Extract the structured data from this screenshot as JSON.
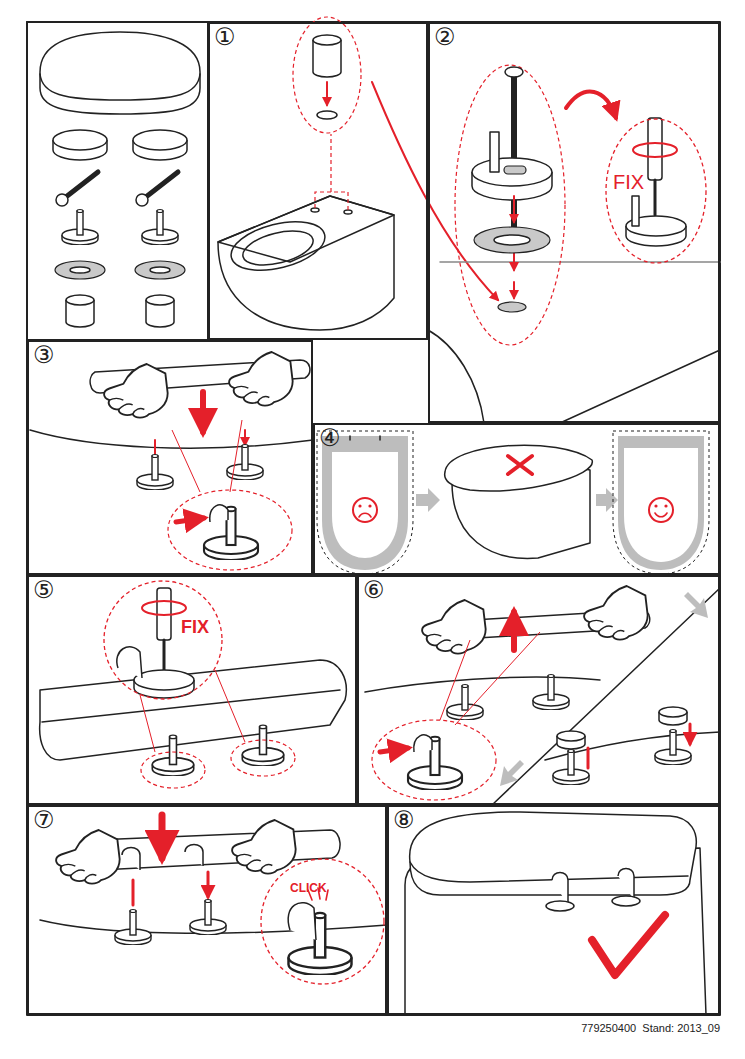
{
  "diagram": {
    "nodes": [
      {
        "text": [
          "①"
        ]
      },
      {
        "text": [
          "②"
        ]
      },
      {
        "text": [
          "FIX"
        ],
        "in": 1
      },
      {
        "text": [
          "③"
        ]
      },
      {
        "text": [
          "④"
        ]
      },
      {
        "text": [
          "⑤"
        ]
      },
      {
        "text": [
          "FIX"
        ],
        "in": 5
      },
      {
        "text": [
          "⑥"
        ]
      },
      {
        "text": [
          "⑦"
        ]
      },
      {
        "text": [
          "CLICK"
        ],
        "in": 8
      },
      {
        "text": [
          "⑧"
        ]
      }
    ],
    "labels": [
      "779250400  Stand: 2013_09"
    ]
  }
}
